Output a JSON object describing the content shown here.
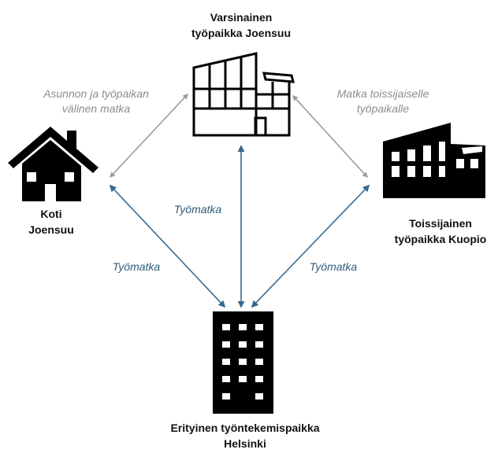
{
  "colors": {
    "icon": "#000000",
    "gray_arrow": "#9a9a9a",
    "gray_text": "#8c8c8c",
    "blue_arrow": "#356a90",
    "blue_text": "#2e5a7a"
  },
  "nodes": {
    "main_office": {
      "line1": "Varsinainen",
      "line2": "työpaikka Joensuu",
      "icon": "office-building-icon"
    },
    "home": {
      "line1": "Koti",
      "line2": "Joensuu",
      "icon": "house-icon"
    },
    "secondary_office": {
      "line1": "Toissijainen",
      "line2": "työpaikka Kuopio",
      "icon": "factory-icon"
    },
    "special_workplace": {
      "line1": "Erityinen työntekemispaikka",
      "line2": "Helsinki",
      "icon": "tower-building-icon"
    }
  },
  "edges": {
    "home_main": {
      "line1": "Asunnon ja työpaikan",
      "line2": "välinen matka"
    },
    "main_secondary": {
      "line1": "Matka toissijaiselle",
      "line2": "työpaikalle"
    },
    "home_special": "Työmatka",
    "main_special": "Työmatka",
    "secondary_special": "Työmatka"
  }
}
